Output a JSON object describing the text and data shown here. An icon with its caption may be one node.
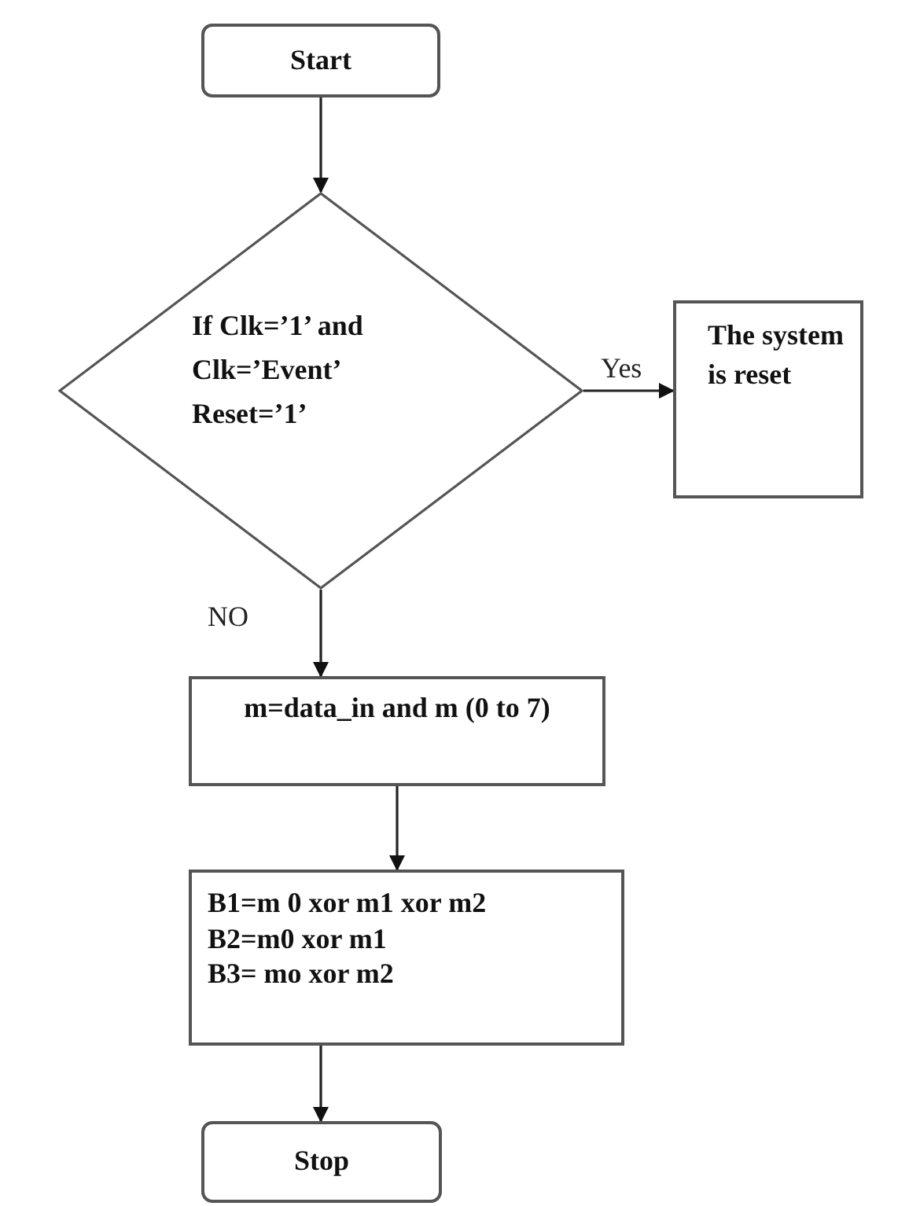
{
  "diagram": {
    "nodes": [
      {
        "text": [
          "Start"
        ]
      },
      {
        "text": [
          "If Clk=’1’ and Clk=’Event’ Reset=’1’"
        ]
      },
      {
        "text": [
          "The system is reset"
        ]
      },
      {
        "text": [
          "m=data_in and m (0 to 7)"
        ]
      },
      {
        "text": [
          "B1=m 0 xor m1 xor m2",
          "B2=m0 xor m1",
          "B3= mo xor m2"
        ]
      },
      {
        "text": [
          "Stop"
        ]
      }
    ],
    "edges": [
      {
        "from": 0,
        "to": 1,
        "arrow": "to"
      },
      {
        "from": 1,
        "to": 2,
        "arrow": "to",
        "label": "Yes"
      },
      {
        "from": 1,
        "to": 3,
        "arrow": "to",
        "label": "NO"
      },
      {
        "from": 3,
        "to": 4,
        "arrow": "to"
      },
      {
        "from": 4,
        "to": 5,
        "arrow": "to"
      }
    ]
  }
}
